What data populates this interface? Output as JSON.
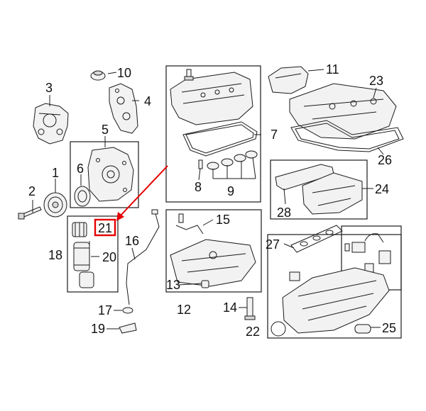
{
  "callouts": {
    "c1": "1",
    "c2": "2",
    "c3": "3",
    "c4": "4",
    "c5": "5",
    "c6": "6",
    "c7": "7",
    "c8": "8",
    "c9": "9",
    "c10": "10",
    "c11": "11",
    "c12": "12",
    "c13": "13",
    "c14": "14",
    "c15": "15",
    "c16": "16",
    "c17": "17",
    "c18": "18",
    "c19": "19",
    "c20": "20",
    "c21": "21",
    "c22": "22",
    "c23": "23",
    "c24": "24",
    "c25": "25",
    "c26": "26",
    "c27": "27",
    "c28": "28"
  },
  "highlight": {
    "part": "21",
    "color": "#e60000"
  }
}
